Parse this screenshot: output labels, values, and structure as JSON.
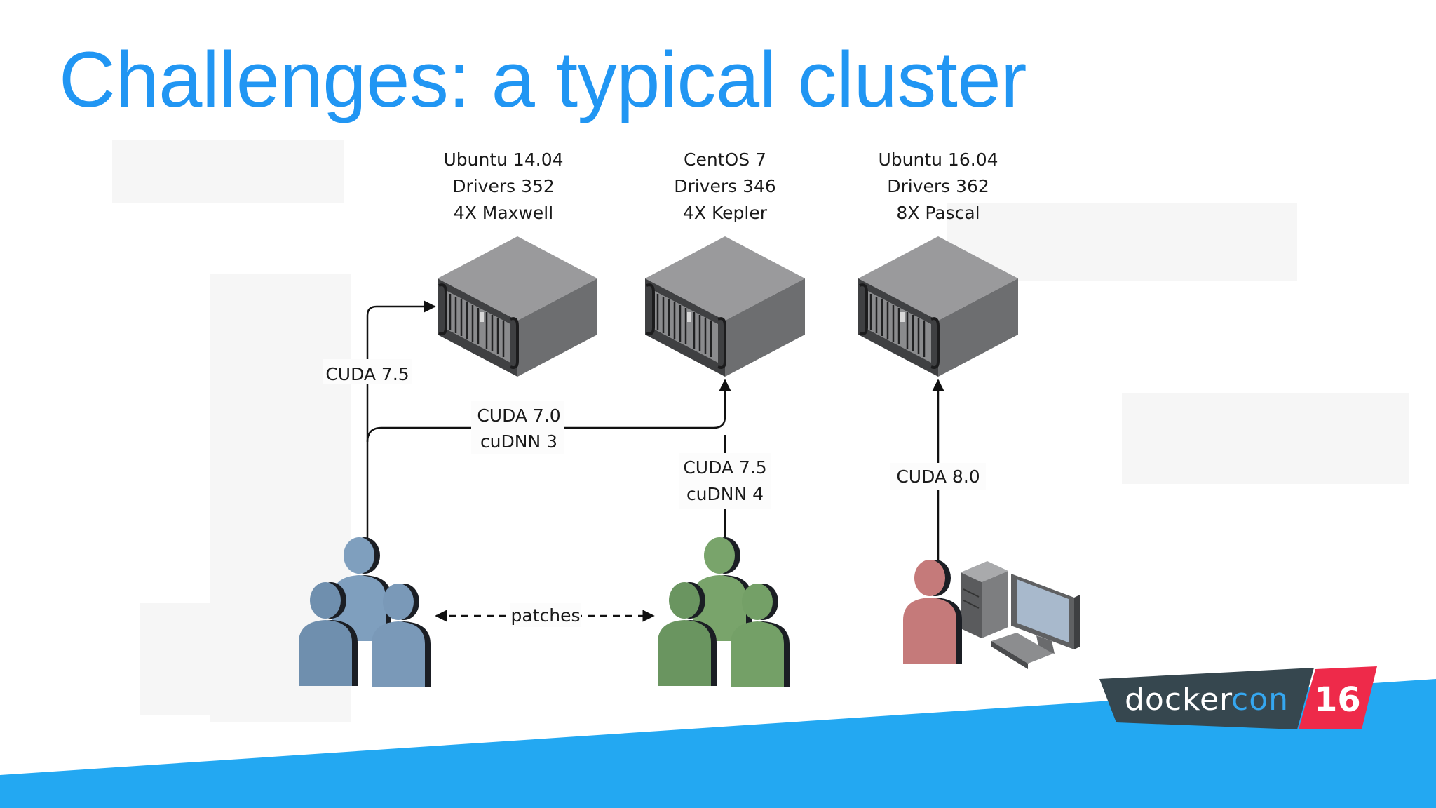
{
  "slide": {
    "title": "Challenges: a typical cluster"
  },
  "servers": [
    {
      "os": "Ubuntu 14.04",
      "drivers": "Drivers 352",
      "gpus": "4X Maxwell"
    },
    {
      "os": "CentOS 7",
      "drivers": "Drivers 346",
      "gpus": "4X Kepler"
    },
    {
      "os": "Ubuntu 16.04",
      "drivers": "Drivers 362",
      "gpus": "8X Pascal"
    }
  ],
  "edges": {
    "left_to_server1": "CUDA 7.5",
    "left_to_server2": [
      "CUDA 7.0",
      "cuDNN 3"
    ],
    "middle_to_server2": [
      "CUDA 7.5",
      "cuDNN 4"
    ],
    "right_to_server3": "CUDA 8.0",
    "teams_link": "patches"
  },
  "logo": {
    "word_docker": "docker",
    "word_con": "con",
    "year": "16"
  },
  "colors": {
    "title": "#2196f3",
    "footer_band": "#23a8f2",
    "logo_dark": "#36474f",
    "logo_red": "#ee2a4a",
    "logo_accent": "#35a7f0",
    "team_blue": "#7f9fbe",
    "team_green": "#79a46b",
    "user_red": "#c57a7a"
  }
}
